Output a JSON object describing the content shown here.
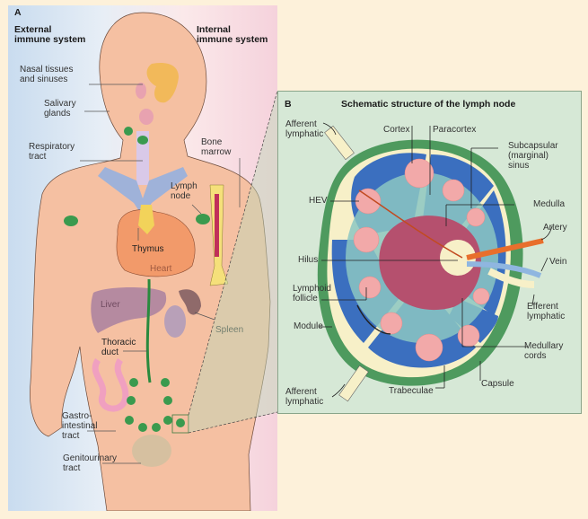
{
  "panel_a": {
    "letter": "A",
    "external_label": "External\nimmune system",
    "internal_label": "Internal\nimmune system",
    "labels": {
      "nasal": "Nasal tissues\nand sinuses",
      "salivary": "Salivary\nglands",
      "respiratory": "Respiratory\ntract",
      "bone_marrow": "Bone\nmarrow",
      "lymph_node": "Lymph\nnode",
      "thymus": "Thymus",
      "heart": "Heart",
      "liver": "Liver",
      "spleen": "Spleen",
      "thoracic_duct": "Thoracic\nduct",
      "gastrointestinal": "Gastro-\nintestinal\ntract",
      "genitourinary": "Genitourinary\ntract"
    }
  },
  "panel_b": {
    "letter": "B",
    "title": "Schematic structure of the lymph node",
    "labels": {
      "afferent_top": "Afferent\nlymphatic",
      "cortex": "Cortex",
      "paracortex": "Paracortex",
      "subcapsular": "Subcapsular\n(marginal)\nsinus",
      "hev": "HEV",
      "medulla": "Medulla",
      "artery": "Artery",
      "hilus": "Hilus",
      "vein": "Vein",
      "lymphoid_follicle": "Lymphoid\nfollicle",
      "efferent": "Efferent\nlymphatic",
      "module": "Module",
      "medullary_cords": "Medullary\ncords",
      "capsule": "Capsule",
      "afferent_bottom": "Afferent\nlymphatic",
      "trabeculae": "Trabeculae"
    }
  },
  "colors": {
    "background": "#fdf1da",
    "panel_b_bg": "#d6e8d6",
    "skin": "#f6c2a4",
    "lymph_green": "#3a9a4e",
    "follicle_pink": "#f2a9a9",
    "cortex_blue": "#3b6fbf",
    "medulla_red": "#b5506e",
    "artery": "#e86f2c",
    "vein": "#8fb6e0"
  }
}
